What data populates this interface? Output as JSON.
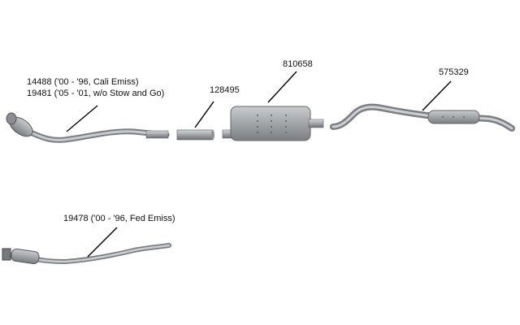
{
  "parts": [
    {
      "id": "front-pipe-cali",
      "lines": [
        "14488 ('00 - '96, Cali Emiss)",
        "19481 ('05 - '01, w/o Stow and Go)"
      ]
    },
    {
      "id": "connector-pipe",
      "lines": [
        "128495"
      ]
    },
    {
      "id": "muffler",
      "lines": [
        "810658"
      ]
    },
    {
      "id": "tailpipe-resonator",
      "lines": [
        "575329"
      ]
    },
    {
      "id": "front-pipe-fed",
      "lines": [
        "19478 ('00 - '96, Fed Emiss)"
      ]
    }
  ],
  "colors": {
    "metal_dark": "#6f7378",
    "metal_mid": "#9ca1a6",
    "metal_light": "#cfd3d6",
    "leader": "#000000"
  }
}
